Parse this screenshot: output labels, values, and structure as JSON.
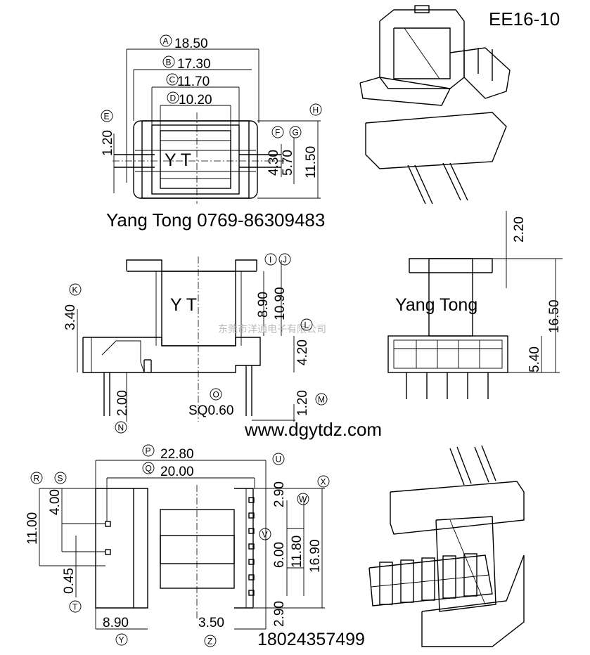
{
  "model": "EE16-10",
  "company_line": "Yang Tong 0769-86309483",
  "website": "www.dgytdz.com",
  "phone": "18024357499",
  "watermark": "东莞市洋通电子有限公司",
  "top_mark": "Y T",
  "front_mark": "Y T",
  "side_mark": "Yang Tong",
  "letters": {
    "A": "A",
    "B": "B",
    "C": "C",
    "D": "D",
    "E": "E",
    "F": "F",
    "G": "G",
    "H": "H",
    "I": "I",
    "J": "J",
    "K": "K",
    "L": "L",
    "M": "M",
    "N": "N",
    "O": "O",
    "P": "P",
    "Q": "Q",
    "R": "R",
    "S": "S",
    "T": "T",
    "U": "U",
    "V": "V",
    "W": "W",
    "X": "X",
    "Y": "Y",
    "Z": "Z"
  },
  "dims": {
    "A": "18.50",
    "B": "17.30",
    "C": "11.70",
    "D": "10.20",
    "E": "1.20",
    "F": "4.30",
    "G": "5.70",
    "H": "11.50",
    "I": "8.90",
    "J": "10.90",
    "K": "3.40",
    "L": "4.20",
    "M": "1.20",
    "N": "2.00",
    "O": "SQ0.60",
    "side_top": "2.20",
    "side_height": "16.50",
    "side_base": "5.40",
    "P": "22.80",
    "Q": "20.00",
    "R": "11.00",
    "S": "4.00",
    "T": "0.45",
    "U": "2.90",
    "V": "6.00",
    "W": "11.80",
    "X": "16.90",
    "U2": "2.90",
    "Y": "8.90",
    "Z": "3.50"
  }
}
